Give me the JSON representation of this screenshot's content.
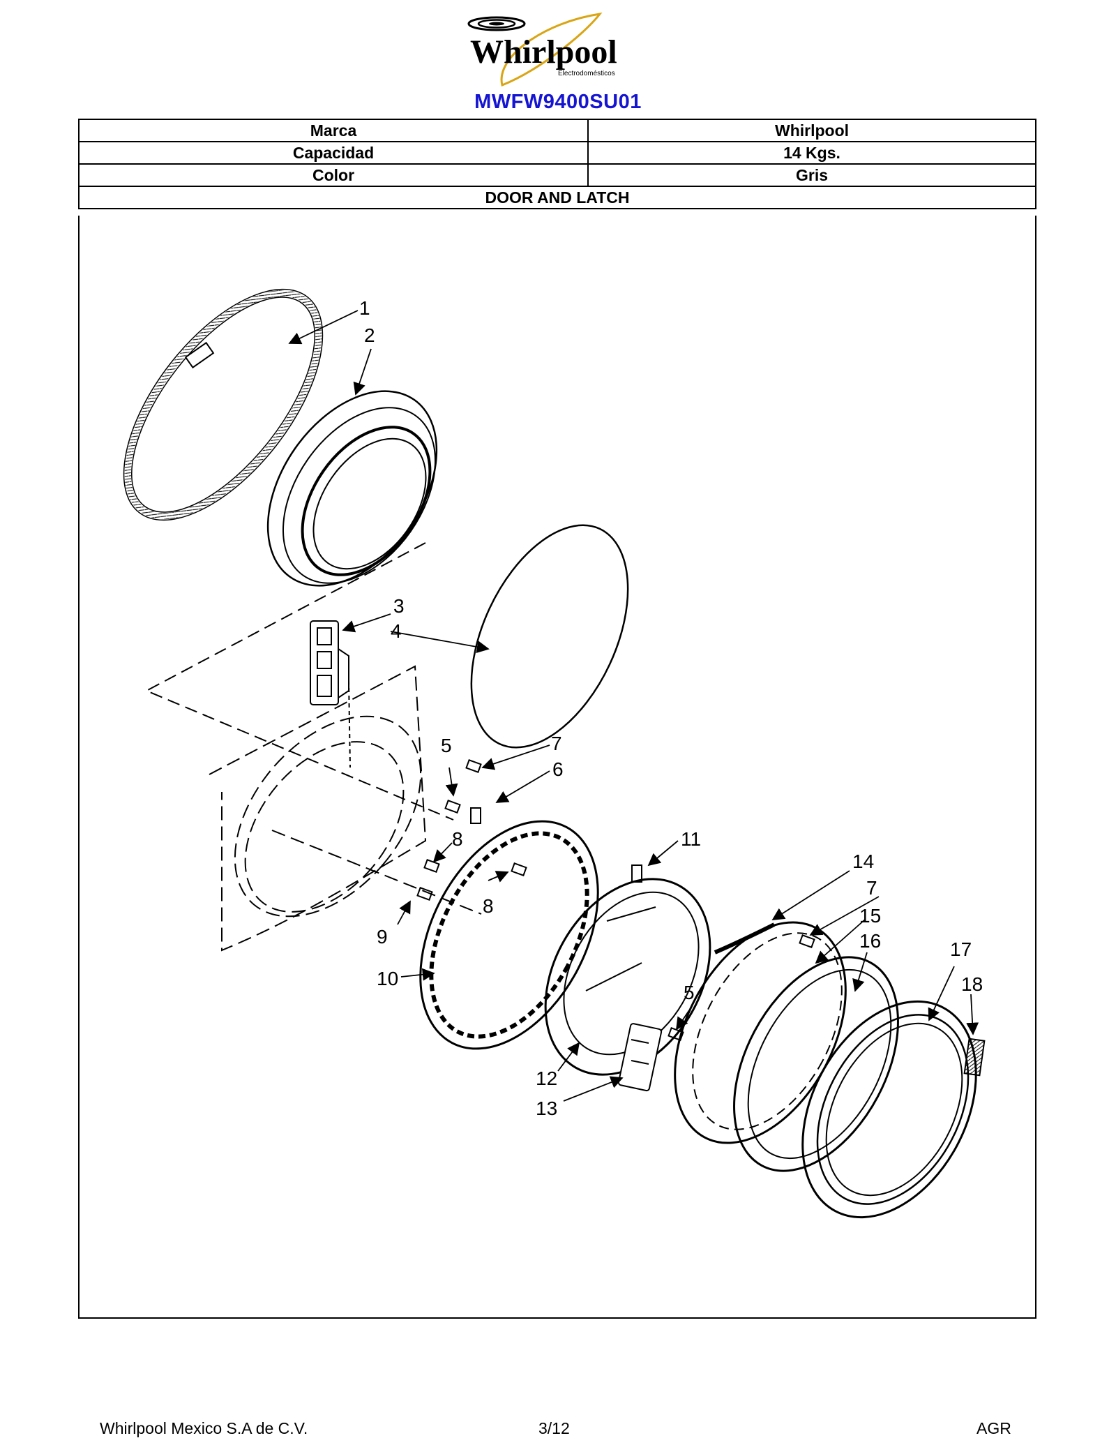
{
  "header": {
    "logo_text": "Whirlpool",
    "logo_sub": "Electrodomésticos",
    "model": "MWFW9400SU01"
  },
  "specs": [
    {
      "label": "Marca",
      "value": "Whirlpool"
    },
    {
      "label": "Capacidad",
      "value": "14 Kgs."
    },
    {
      "label": "Color",
      "value": "Gris"
    }
  ],
  "section_title": "DOOR AND LATCH",
  "diagram": {
    "callouts": [
      "1",
      "2",
      "3",
      "4",
      "5",
      "7",
      "6",
      "8",
      "8",
      "9",
      "10",
      "11",
      "14",
      "7",
      "15",
      "16",
      "17",
      "18",
      "5",
      "12",
      "13"
    ]
  },
  "footer": {
    "company": "Whirlpool Mexico S.A de C.V.",
    "page": "3/12",
    "code": "AGR"
  }
}
